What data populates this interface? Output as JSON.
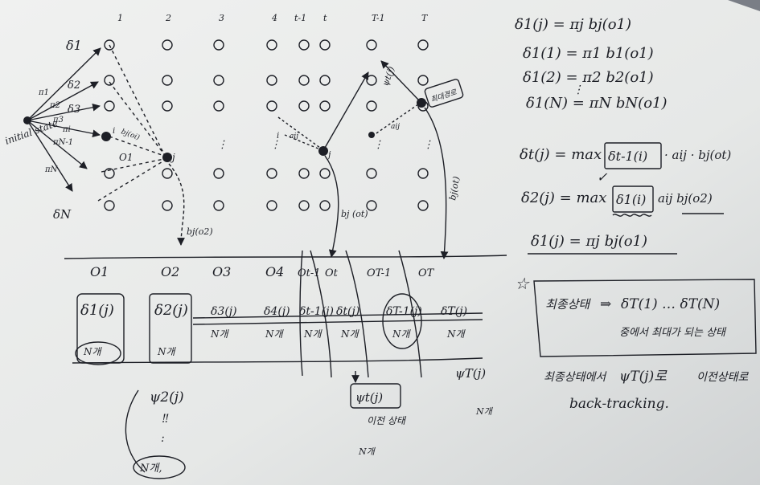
{
  "columns": {
    "headers": [
      "1",
      "2",
      "3",
      "4",
      "t-1",
      "t",
      "T-1",
      "T"
    ]
  },
  "trellis": {
    "initial_label": "initial state",
    "n_label": "δN",
    "delta_label": "δ1",
    "pi_labels": [
      "π1",
      "π2",
      "π3",
      "πi",
      "πN-1",
      "πN"
    ],
    "delta_row_labels": [
      "δ2",
      "δ3"
    ],
    "node_i": "i",
    "node_j": "j",
    "o1_label": "O1",
    "edge_bj": "bj(oi)",
    "a_ij": "aij",
    "bj_ot_label": "bj(ot)",
    "bj_o2": "bj(o2)",
    "bj_ot": "bj (ot)",
    "psi_label": "ψt(j)",
    "prev_box": "최대경로"
  },
  "observations": [
    "O1",
    "O2",
    "O3",
    "O4",
    "Ot-1",
    "Ot",
    "OT-1",
    "OT"
  ],
  "deltas": [
    "δ1(j)",
    "δ2(j)",
    "δ3(j)",
    "δ4(j)",
    "δt-1(j)",
    "δt(j)",
    "δT-1(j)",
    "δT(j)"
  ],
  "counts": [
    "N개",
    "N개",
    "N개",
    "N개",
    "N개",
    "N개",
    "N개",
    "N개"
  ],
  "psi": {
    "psi2": "ψ2(j)",
    "dots": "‼",
    "psi2_count": "N개,",
    "psit": "ψt(j)",
    "psit_note": "이전 상태",
    "psit_count": "N개",
    "psiT": "ψT(j)",
    "psiT_count": "N개"
  },
  "equations": {
    "init_general": "δ1(j) = πj bj(o1)",
    "init_1": "δ1(1) = π1 b1(o1)",
    "init_2": "δ1(2) = π2 b2(o1)",
    "init_N": "δ1(N) = πN bN(o1)",
    "recur_t_lhs": "δt(j) = max",
    "recur_t_box": "δt-1(i)",
    "recur_t_rhs": "· aij · bj(ot)",
    "check": "✓",
    "recur_2_lhs": "δ2(j) = max",
    "recur_2_box": "δ1(i)",
    "recur_2_rhs": "aij  bj(o2)",
    "init_repeat": "δ1(j) = πj bj(o1)"
  },
  "note_box": {
    "star": "☆",
    "line1_kr": "최종상태",
    "line1_arrow": "⇒",
    "line1_math": "δT(1) … δT(N)",
    "line2": "중에서 최대가 되는 상태"
  },
  "bottom_note": {
    "line1_a": "최종상태에서",
    "line1_b": "ψT(j)로",
    "line1_c": "이전상태로",
    "line2": "back-tracking."
  },
  "colors": {
    "paper": "#e9ebea",
    "ink": "#1d1f26",
    "background": "#7a7e86"
  }
}
